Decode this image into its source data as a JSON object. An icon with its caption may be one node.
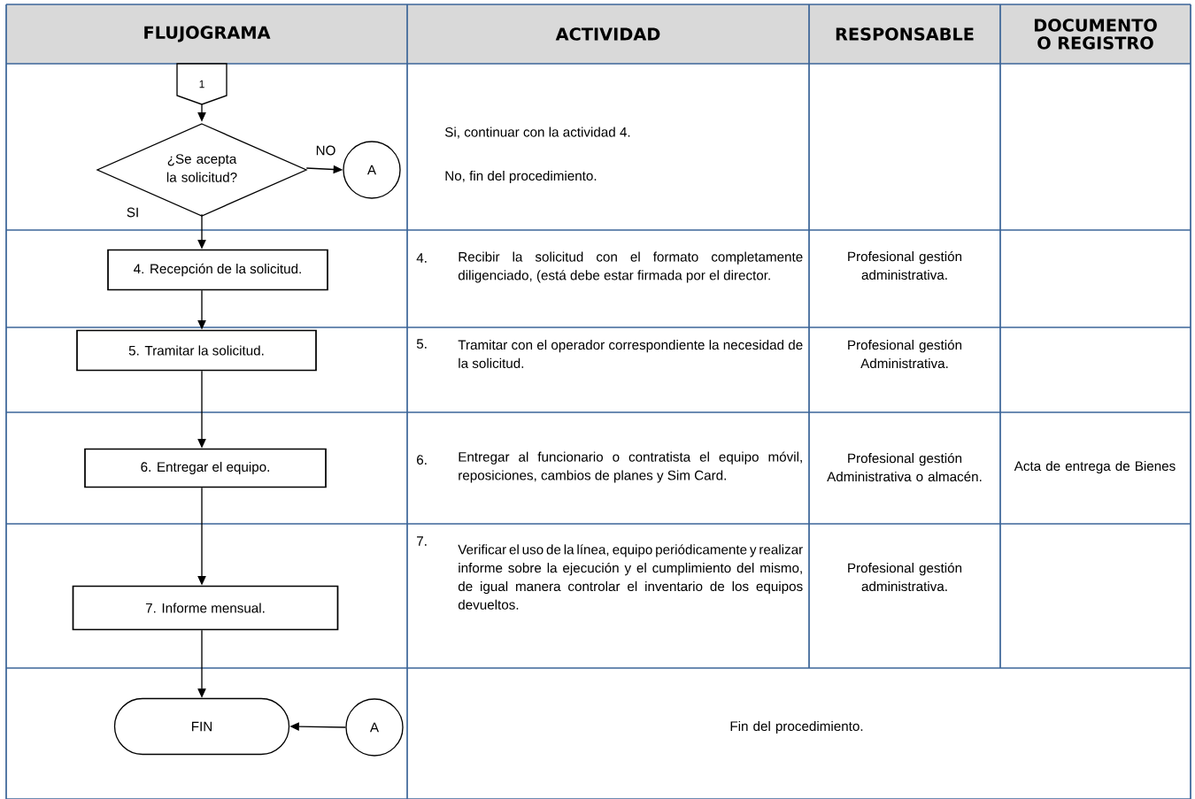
{
  "diagram": {
    "nodes": [
      {
        "text": [
          "1"
        ]
      },
      {
        "text": [
          "¿Se acepta la solicitud?"
        ]
      },
      {
        "text": [
          "A"
        ]
      },
      {
        "text": [
          "4. Recepción de la solicitud."
        ]
      },
      {
        "text": [
          "5. Tramitar la solicitud."
        ]
      },
      {
        "text": [
          "6. Entregar el equipo."
        ]
      },
      {
        "text": [
          "7. Informe mensual."
        ]
      },
      {
        "text": [
          "FIN"
        ]
      },
      {
        "text": [
          "A"
        ]
      }
    ],
    "edges": [
      {
        "from": 0,
        "to": 1,
        "arrow": "to"
      },
      {
        "from": 1,
        "to": 2,
        "arrow": "to",
        "label": "NO"
      },
      {
        "from": 1,
        "to": 3,
        "arrow": "to",
        "label": "SI"
      },
      {
        "from": 3,
        "to": 4,
        "arrow": "to"
      },
      {
        "from": 4,
        "to": 5,
        "arrow": "to"
      },
      {
        "from": 5,
        "to": 6,
        "arrow": "to"
      },
      {
        "from": 6,
        "to": 7,
        "arrow": "to"
      },
      {
        "from": 8,
        "to": 7,
        "arrow": "to"
      }
    ],
    "labels": [
      "FLUJOGRAMA",
      "ACTIVIDAD",
      "RESPONSABLE",
      "DOCUMENTO O REGISTRO",
      "Si, continuar con la actividad 4.",
      "No, fin del procedimiento.",
      "4.",
      "Recibir la solicitud con el formato completamente diligenciado, (está debe estar firmada por el director.",
      "Profesional gestión administrativa.",
      "5.",
      "Tramitar con el operador correspondiente la necesidad de la solicitud.",
      "Profesional gestión Administrativa.",
      "6.",
      "Entregar al funcionario o contratista el equipo móvil, reposiciones, cambios de planes y Sim Card.",
      "Profesional gestión Administrativa o almacén.",
      "Acta de entrega de Bienes",
      "7.",
      "Verificar el uso de la línea, equipo periódicamente y realizar informe sobre la ejecución y el cumplimiento del mismo, de igual manera controlar el inventario de los equipos devueltos.",
      "Profesional gestión administrativa.",
      "Fin del procedimiento."
    ]
  }
}
